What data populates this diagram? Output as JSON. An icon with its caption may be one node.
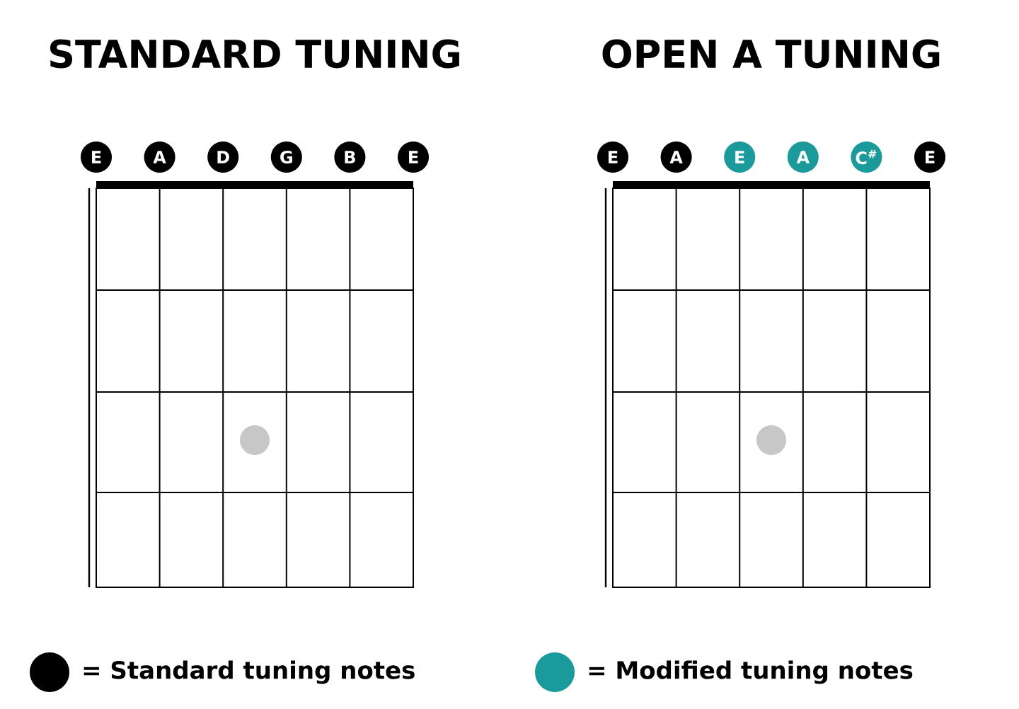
{
  "diagram": {
    "nodes": [
      {
        "text": [],
        "shape": "box"
      },
      {
        "text": [
          "E"
        ]
      },
      {
        "text": [
          "A"
        ]
      },
      {
        "text": [
          "D"
        ]
      },
      {
        "text": [
          "G"
        ]
      },
      {
        "text": [
          "B"
        ]
      },
      {
        "text": [
          "E"
        ]
      },
      {
        "text": [],
        "shape": "circle",
        "in": 0
      },
      {
        "text": [],
        "shape": "box"
      },
      {
        "text": [
          "E"
        ]
      },
      {
        "text": [
          "A"
        ]
      },
      {
        "text": [
          "E"
        ]
      },
      {
        "text": [
          "A"
        ]
      },
      {
        "text": [
          "C$^{#}$"
        ]
      },
      {
        "text": [
          "E"
        ]
      },
      {
        "text": [],
        "shape": "circle",
        "in": 8
      }
    ],
    "edges": [],
    "labels": [
      "STANDARD TUNING",
      "OPEN A TUNING"
    ],
    "legend": [
      {
        "text": "= Standard tuning notes",
        "color": "#000000"
      },
      {
        "text": "= Modified tuning notes",
        "color": "#1a9a9a"
      }
    ]
  }
}
